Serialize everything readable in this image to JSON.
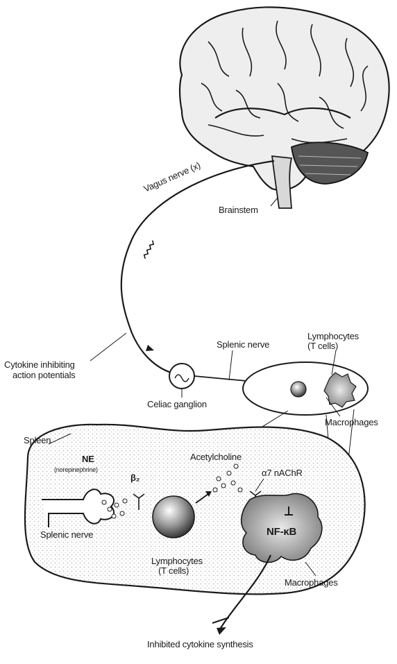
{
  "labels": {
    "vagus_nerve": "Vagus nerve (x)",
    "brainstem": "Brainstem",
    "cytokine_line1": "Cytokine inhibiting",
    "cytokine_line2": "action potentials",
    "splenic_nerve_top": "Splenic nerve",
    "lymphocytes_top_line1": "Lymphocytes",
    "lymphocytes_top_line2": "(T cells)",
    "celiac_ganglion": "Celiac ganglion",
    "macrophages_top": "Macrophages",
    "spleen": "Spleen",
    "ne": "NE",
    "norepinephrine": "(norepinephrine)",
    "beta2": "β₂",
    "acetylcholine": "Acetylcholine",
    "a7nachr": "α7 nAChR",
    "splenic_nerve_bottom": "Splenic nerve",
    "nfkb": "NF-κB",
    "lymphocytes_bottom_line1": "Lymphocytes",
    "lymphocytes_bottom_line2": "(T cells)",
    "macrophages_bottom": "Macrophages",
    "inhibited": "Inhibited cytokine synthesis"
  }
}
